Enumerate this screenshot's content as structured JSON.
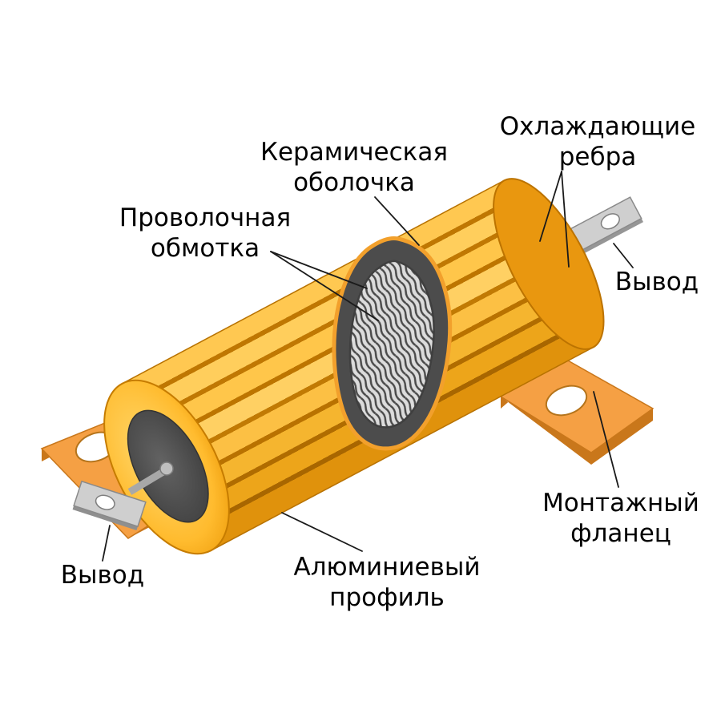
{
  "labels": {
    "ceramic_shell": {
      "line1": "Керамическая",
      "line2": "оболочка"
    },
    "cooling_fins": {
      "line1": "Охлаждающие",
      "line2": "ребра"
    },
    "wire_winding": {
      "line1": "Проволочная",
      "line2": "обмотка"
    },
    "terminal_rear": "Вывод",
    "terminal_front": "Вывод",
    "aluminum_profile": {
      "line1": "Алюминиевый",
      "line2": "профиль"
    },
    "mounting_flange": {
      "line1": "Монтажный",
      "line2": "фланец"
    }
  },
  "colors": {
    "background": "#FFFFFF",
    "label_text": "#000000",
    "leader_line": "#1A1A1A",
    "body_gold": "#FFC64A",
    "body_shadow": "#E0920C",
    "fin_groove": "#BF7702",
    "flange_top": "#F5A044",
    "flange_side": "#C9771B",
    "ceramic_dark": "#4C4C4C",
    "winding_light": "#DCDCDC",
    "winding_wire": "#4A4A4A",
    "terminal_metal": "#CFCFCF",
    "terminal_edge": "#8A8A8A",
    "lead_pin": "#A8A8A8"
  }
}
